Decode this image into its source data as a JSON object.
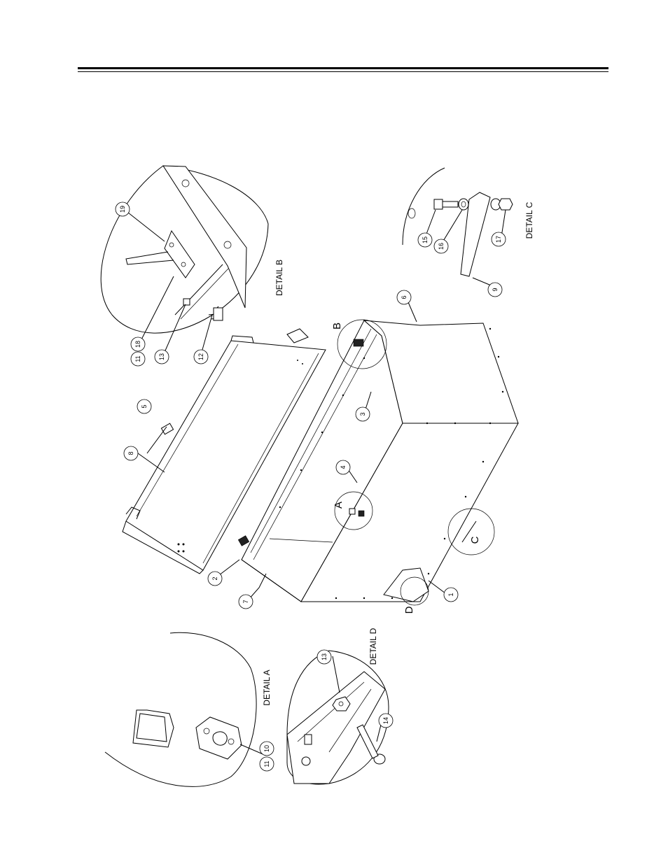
{
  "balloons": [
    "1",
    "2",
    "3",
    "4",
    "5",
    "6",
    "7",
    "8",
    "9",
    "10",
    "11",
    "12",
    "13",
    "14",
    "15",
    "16",
    "17",
    "18",
    "19"
  ],
  "callout_letters": {
    "a": "A",
    "b": "B",
    "c": "C",
    "d": "D"
  },
  "detail_labels": {
    "detail_a": "DETAIL A",
    "detail_b": "DETAIL B",
    "detail_c": "DETAIL C",
    "detail_d": "DETAIL D"
  }
}
